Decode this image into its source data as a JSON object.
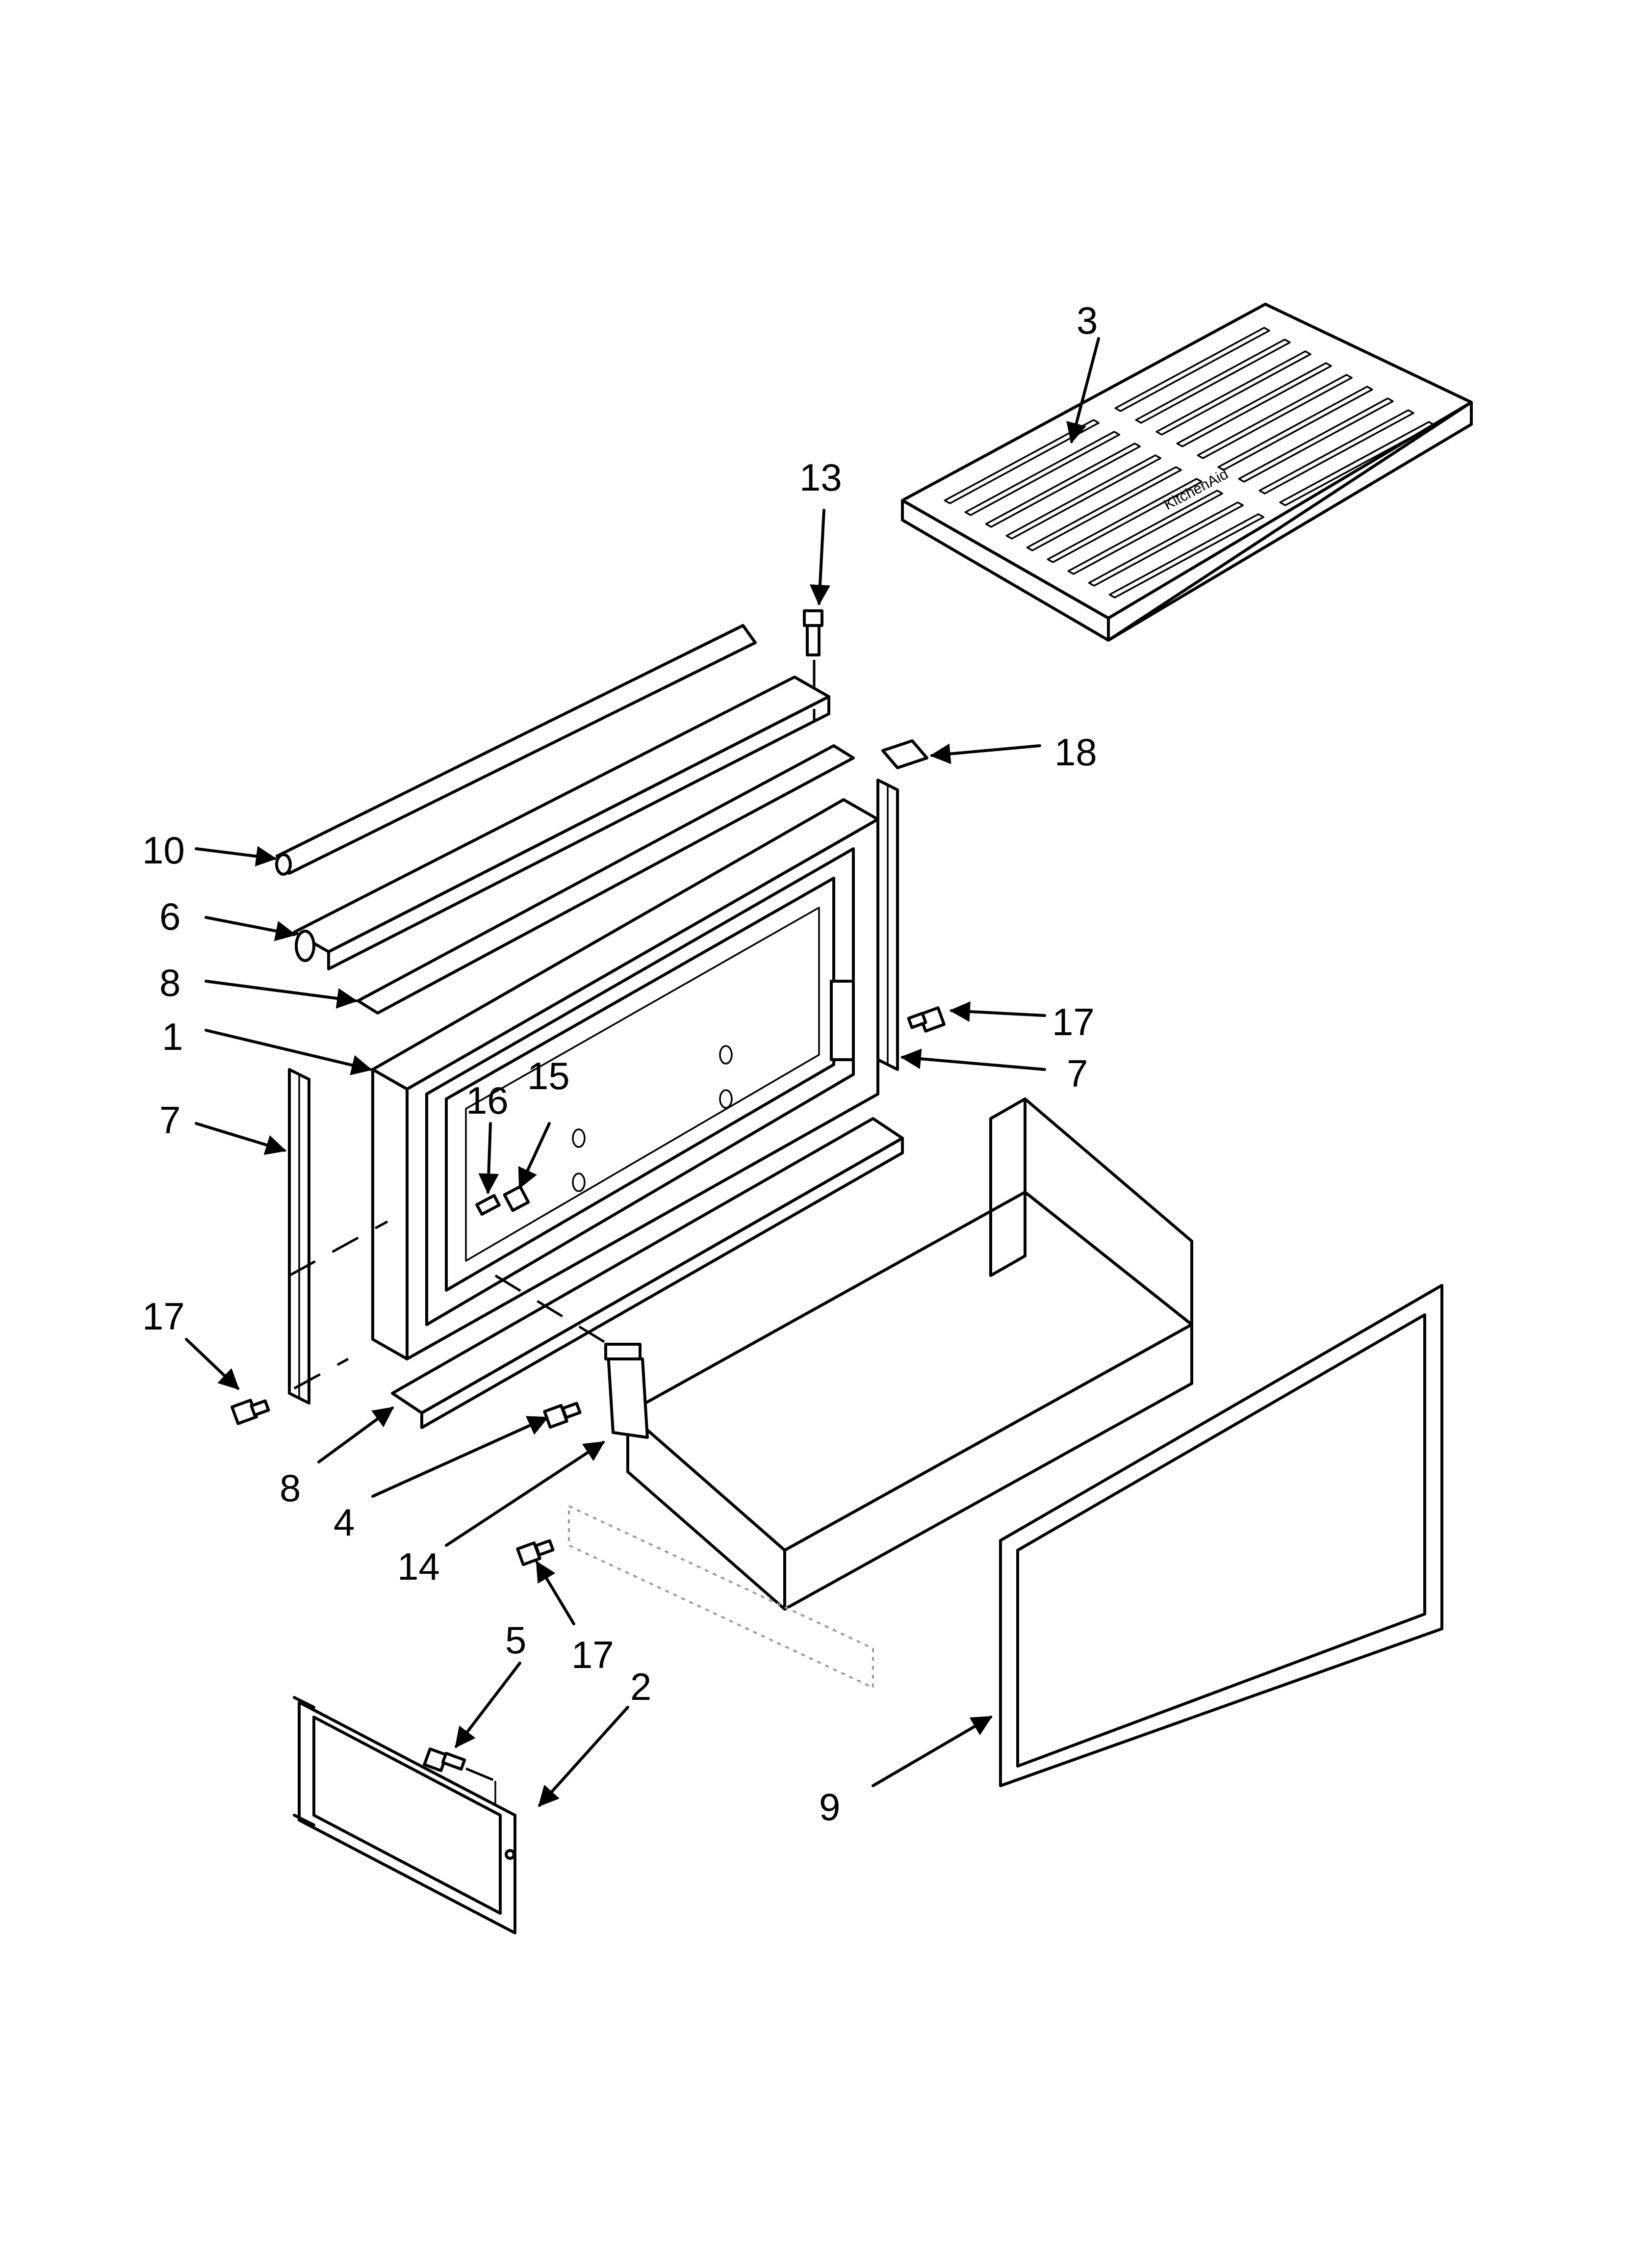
{
  "diagram": {
    "callouts": {
      "c1": "1",
      "c2": "2",
      "c3": "3",
      "c4": "4",
      "c5": "5",
      "c6": "6",
      "c7a": "7",
      "c7b": "7",
      "c8a": "8",
      "c8b": "8",
      "c9": "9",
      "c10": "10",
      "c13": "13",
      "c14": "14",
      "c15": "15",
      "c16": "16",
      "c17a": "17",
      "c17b": "17",
      "c17c": "17",
      "c18": "18"
    },
    "tray_logo_text": "KitchenAid"
  }
}
